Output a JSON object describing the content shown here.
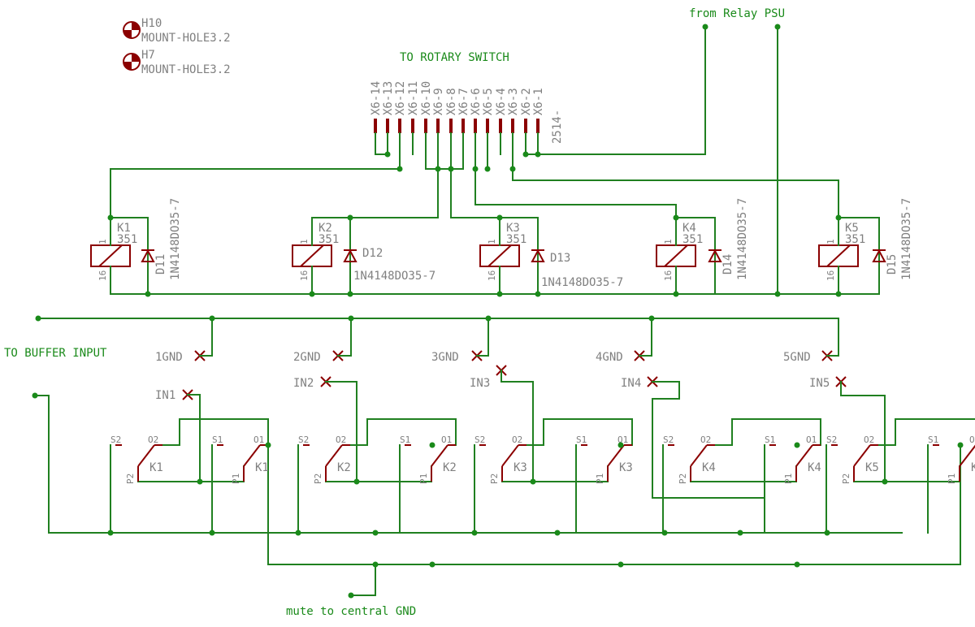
{
  "labels": {
    "relay_psu": "from Relay PSU",
    "rotary": "TO ROTARY SWITCH",
    "buffer": "TO BUFFER INPUT",
    "mute": "mute to central GND",
    "connector_value": "2514-"
  },
  "mount_holes": [
    {
      "name": "H10",
      "value": "MOUNT-HOLE3.2"
    },
    {
      "name": "H7",
      "value": "MOUNT-HOLE3.2"
    }
  ],
  "connector_pins": [
    "X6-14",
    "X6-13",
    "X6-12",
    "X6-11",
    "X6-10",
    "X6-9",
    "X6-8",
    "X6-7",
    "X6-6",
    "X6-5",
    "X6-4",
    "X6-3",
    "X6-2",
    "X6-1"
  ],
  "relays": [
    {
      "name": "K1",
      "value": "351",
      "pin1": "1",
      "pin16": "16"
    },
    {
      "name": "K2",
      "value": "351",
      "pin1": "1",
      "pin16": "16"
    },
    {
      "name": "K3",
      "value": "351",
      "pin1": "1",
      "pin16": "16"
    },
    {
      "name": "K4",
      "value": "351",
      "pin1": "1",
      "pin16": "16"
    },
    {
      "name": "K5",
      "value": "351",
      "pin1": "1",
      "pin16": "16"
    }
  ],
  "diodes": [
    {
      "name": "D11",
      "value": "1N4148DO35-7"
    },
    {
      "name": "D12",
      "value": "1N4148DO35-7"
    },
    {
      "name": "D13",
      "value": "1N4148DO35-7"
    },
    {
      "name": "D14",
      "value": "1N4148DO35-7"
    },
    {
      "name": "D15",
      "value": "1N4148DO35-7"
    }
  ],
  "gnd_labels": [
    "1GND",
    "2GND",
    "3GND",
    "4GND",
    "5GND"
  ],
  "in_labels": [
    "IN1",
    "IN2",
    "IN3",
    "IN4",
    "IN5"
  ],
  "contacts": {
    "s2": "S2",
    "o2": "O2",
    "s1": "S1",
    "o1": "O1",
    "p2": "P2",
    "p1": "P1"
  },
  "colors": {
    "wire": "#208020",
    "symbol": "#8b0000",
    "text": "#808080",
    "net_label": "#1a8a1a"
  }
}
